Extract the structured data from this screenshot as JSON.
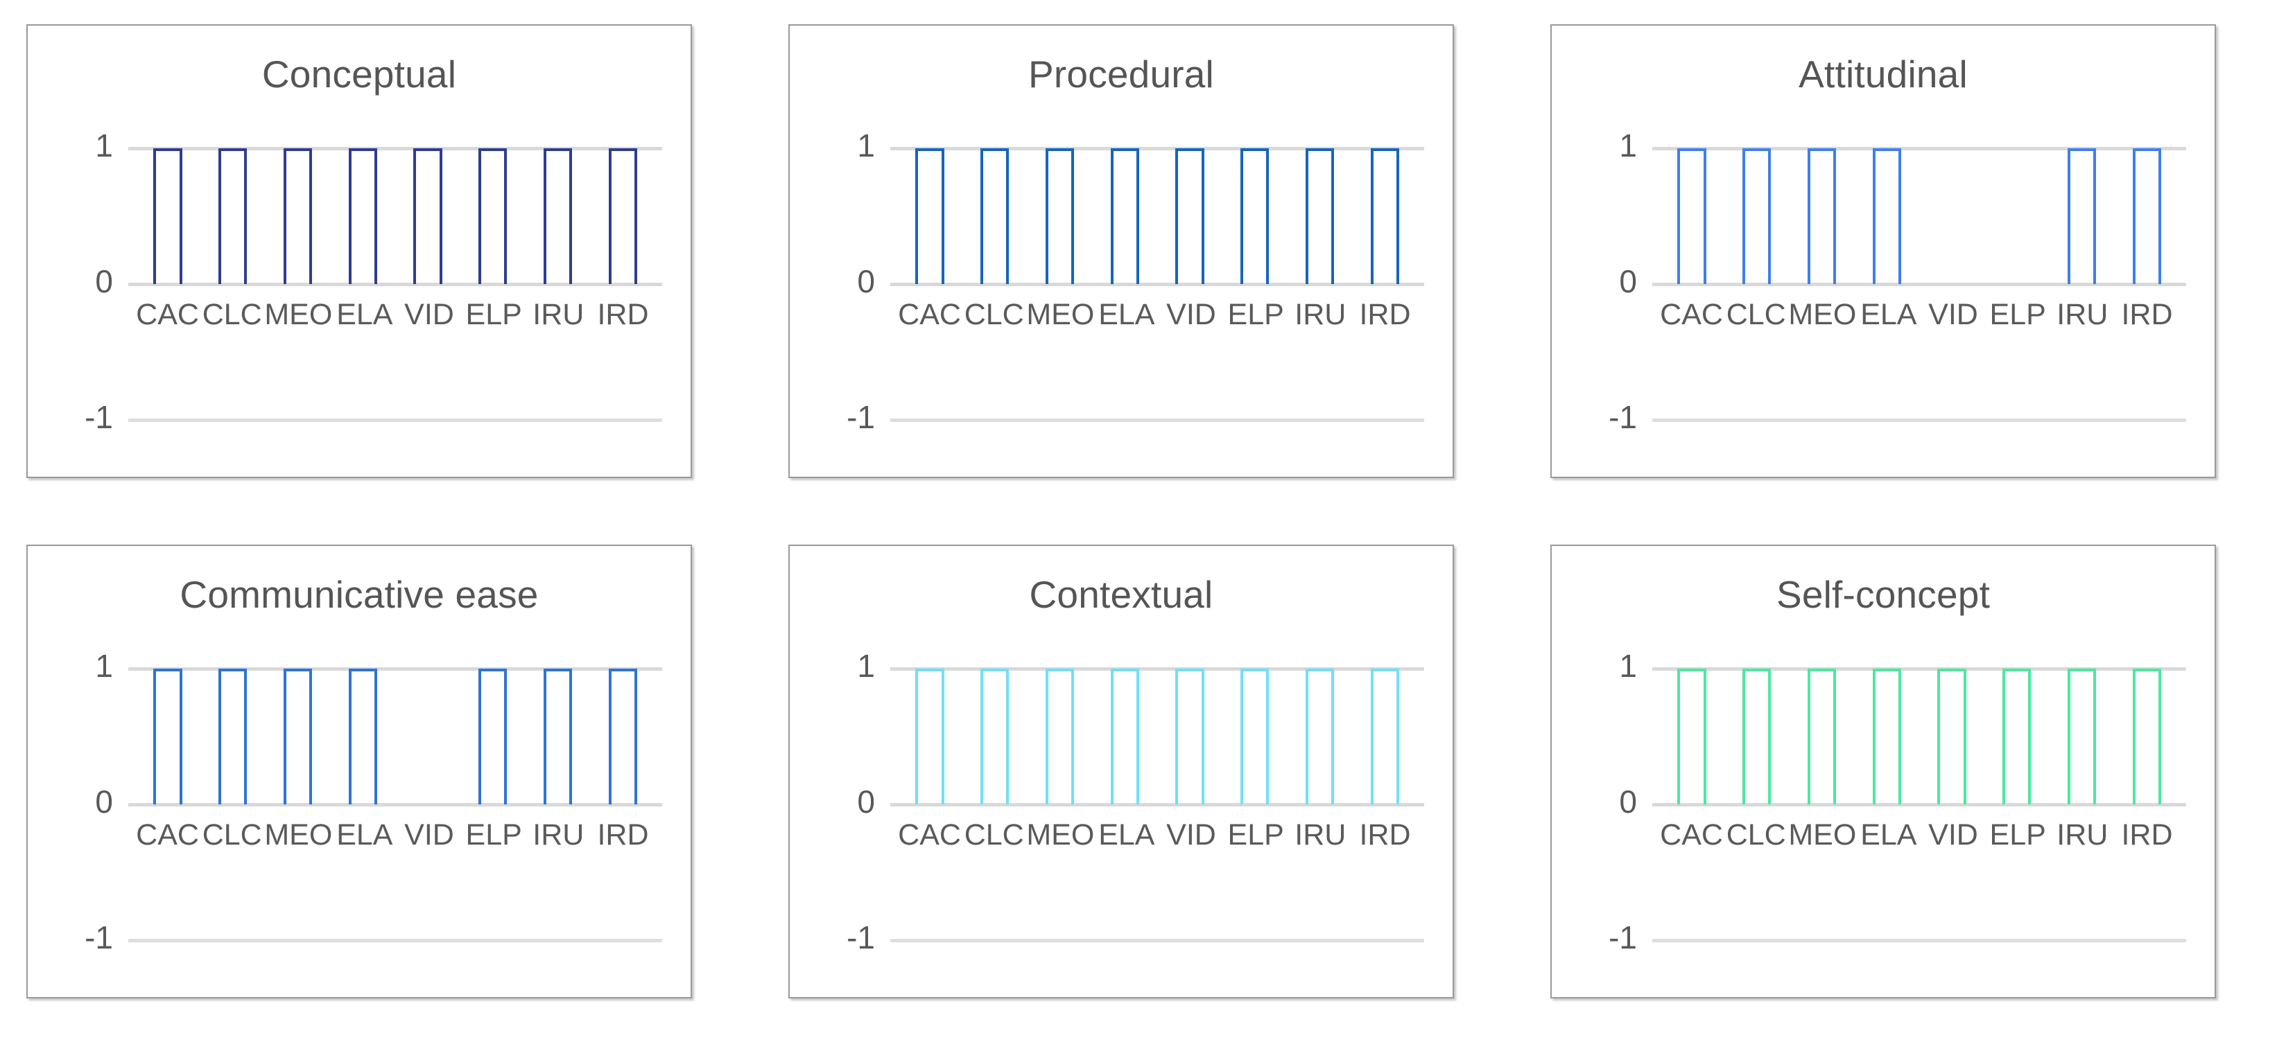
{
  "figure": {
    "layout": "2x3 grid of small multiple bar charts",
    "panel_count": 6
  },
  "axis": {
    "yticks": [
      "1",
      "0",
      "-1"
    ],
    "categories": [
      "CAC",
      "CLC",
      "MEO",
      "ELA",
      "VID",
      "ELP",
      "IRU",
      "IRD"
    ]
  },
  "colors": {
    "conceptual": "#2E3D91",
    "procedural": "#1565C0",
    "attitudinal": "#3F7FEF",
    "communicative_ease": "#2E75D4",
    "contextual": "#6FE0F7",
    "self_concept": "#4CE8A0",
    "gridline": "#D9D9D9",
    "panel_border": "#9A9A9A",
    "text": "#555555"
  },
  "chart_data": [
    {
      "type": "bar",
      "title": "Conceptual",
      "categories": [
        "CAC",
        "CLC",
        "MEO",
        "ELA",
        "VID",
        "ELP",
        "IRU",
        "IRD"
      ],
      "values": [
        1,
        1,
        1,
        1,
        1,
        1,
        1,
        1
      ],
      "xlabel": "",
      "ylabel": "",
      "ylim": [
        -1,
        1
      ],
      "yticks": [
        1,
        0,
        -1
      ],
      "grid": true,
      "legend": "none",
      "color": "#2E3D91"
    },
    {
      "type": "bar",
      "title": "Procedural",
      "categories": [
        "CAC",
        "CLC",
        "MEO",
        "ELA",
        "VID",
        "ELP",
        "IRU",
        "IRD"
      ],
      "values": [
        1,
        1,
        1,
        1,
        1,
        1,
        1,
        1
      ],
      "xlabel": "",
      "ylabel": "",
      "ylim": [
        -1,
        1
      ],
      "yticks": [
        1,
        0,
        -1
      ],
      "grid": true,
      "legend": "none",
      "color": "#1565C0"
    },
    {
      "type": "bar",
      "title": "Attitudinal",
      "categories": [
        "CAC",
        "CLC",
        "MEO",
        "ELA",
        "VID",
        "ELP",
        "IRU",
        "IRD"
      ],
      "values": [
        1,
        1,
        1,
        1,
        0,
        0,
        1,
        1
      ],
      "xlabel": "",
      "ylabel": "",
      "ylim": [
        -1,
        1
      ],
      "yticks": [
        1,
        0,
        -1
      ],
      "grid": true,
      "legend": "none",
      "color": "#3F7FEF"
    },
    {
      "type": "bar",
      "title": "Communicative ease",
      "categories": [
        "CAC",
        "CLC",
        "MEO",
        "ELA",
        "VID",
        "ELP",
        "IRU",
        "IRD"
      ],
      "values": [
        1,
        1,
        1,
        1,
        0,
        1,
        1,
        1
      ],
      "xlabel": "",
      "ylabel": "",
      "ylim": [
        -1,
        1
      ],
      "yticks": [
        1,
        0,
        -1
      ],
      "grid": true,
      "legend": "none",
      "color": "#2E75D4"
    },
    {
      "type": "bar",
      "title": "Contextual",
      "categories": [
        "CAC",
        "CLC",
        "MEO",
        "ELA",
        "VID",
        "ELP",
        "IRU",
        "IRD"
      ],
      "values": [
        1,
        1,
        1,
        1,
        1,
        1,
        1,
        1
      ],
      "xlabel": "",
      "ylabel": "",
      "ylim": [
        -1,
        1
      ],
      "yticks": [
        1,
        0,
        -1
      ],
      "grid": true,
      "legend": "none",
      "color": "#6FE0F7"
    },
    {
      "type": "bar",
      "title": "Self-concept",
      "categories": [
        "CAC",
        "CLC",
        "MEO",
        "ELA",
        "VID",
        "ELP",
        "IRU",
        "IRD"
      ],
      "values": [
        1,
        1,
        1,
        1,
        1,
        1,
        1,
        1
      ],
      "xlabel": "",
      "ylabel": "",
      "ylim": [
        -1,
        1
      ],
      "yticks": [
        1,
        0,
        -1
      ],
      "grid": true,
      "legend": "none",
      "color": "#4CE8A0"
    }
  ]
}
